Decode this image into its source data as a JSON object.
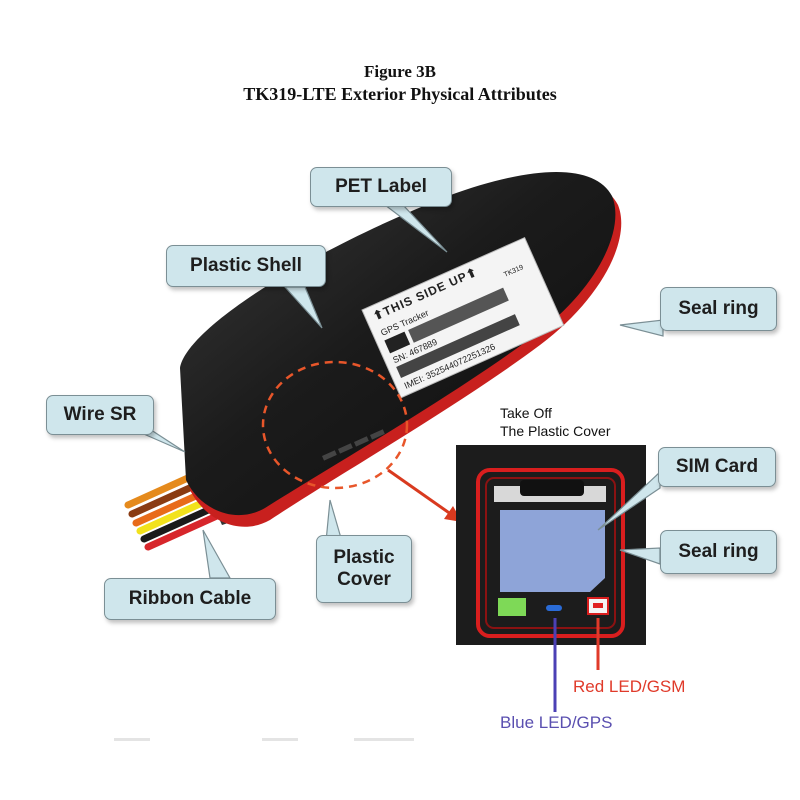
{
  "figure": {
    "number": "Figure 3B",
    "title": "TK319-LTE Exterior Physical Attributes"
  },
  "callouts": {
    "pet_label": "PET Label",
    "plastic_shell": "Plastic Shell",
    "seal_ring_top": "Seal ring",
    "wire_sr": "Wire SR",
    "ribbon_cable": "Ribbon Cable",
    "plastic_cover_line1": "Plastic",
    "plastic_cover_line2": "Cover",
    "sim_card": "SIM Card",
    "seal_ring_inset": "Seal ring"
  },
  "inset": {
    "heading_line1": "Take Off",
    "heading_line2": "The Plastic Cover"
  },
  "device_label": {
    "side_text": "⬆THIS SIDE UP⬆",
    "model": "TK319",
    "product": "GPS Tracker",
    "sn": "SN: 467889",
    "imei": "IMEI: 352544072251326"
  },
  "leds": {
    "red": "Red LED/GSM",
    "blue": "Blue LED/GPS"
  },
  "colors": {
    "callout_fill": "#cfe6ec",
    "device_body": "#1a1a1a",
    "seal_red": "#d41c1c",
    "sim_blue": "#8ea4d8",
    "led_green": "#7ed957",
    "red_led_text": "#e03a2a",
    "blue_led_text": "#5a4fb0"
  }
}
